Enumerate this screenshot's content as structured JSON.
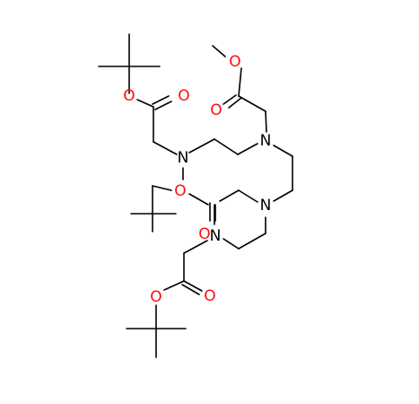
{
  "colors": {
    "background": "#ffffff",
    "carbon_bond": "#000000",
    "oxygen": "#ff0d0d",
    "nitrogen": "#000000"
  },
  "atoms": {
    "O_methoxy": "O",
    "O_methyl_carbonyl": "O",
    "N_top_right": "N",
    "N_left": "N",
    "O_top_tbu_ester": "O",
    "O_top_carbonyl": "O",
    "O_middle_tbu_ester": "O",
    "O_middle_carbonyl": "O",
    "N_right": "N",
    "N_bottom": "N",
    "O_bottom_tbu_ester": "O",
    "O_bottom_carbonyl": "O"
  }
}
